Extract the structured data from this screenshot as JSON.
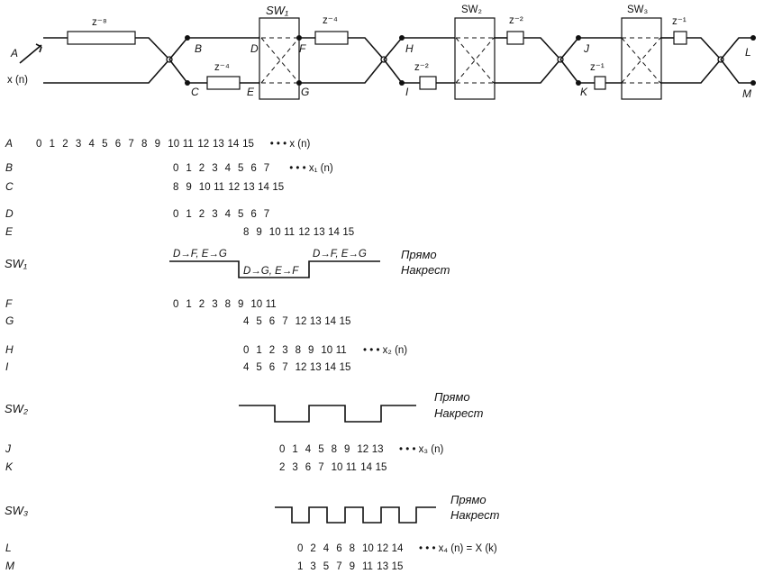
{
  "circuit": {
    "input_label": "A",
    "input_sub": "x (n)",
    "node_labels": [
      "B",
      "C",
      "D",
      "E",
      "F",
      "G",
      "H",
      "I",
      "J",
      "K",
      "L",
      "M"
    ],
    "delays": {
      "z8": "z⁻⁸",
      "z4_top": "z⁻⁴",
      "z4_bottom": "z⁻⁴",
      "z2_top": "z⁻²",
      "z2_bottom": "z⁻²",
      "z1_top": "z⁻¹",
      "z1_bottom": "z⁻¹"
    },
    "switches": [
      "SW₁",
      "SW₂",
      "SW₃"
    ]
  },
  "timing": {
    "rows": [
      {
        "key": "A",
        "label": "A",
        "cells": [
          "0",
          "1",
          "2",
          "3",
          "4",
          "5",
          "6",
          "7",
          "8",
          "9",
          "10",
          "11",
          "12",
          "13",
          "14",
          "15"
        ],
        "suffix": "•  •  •   x (n)"
      },
      {
        "key": "B",
        "label": "B",
        "cells": [
          "0",
          "1",
          "2",
          "3",
          "4",
          "5",
          "6",
          "7"
        ],
        "suffix": "•  •  •   x₁ (n)"
      },
      {
        "key": "C",
        "label": "C",
        "cells": [
          "8",
          "9",
          "10",
          "11",
          "12",
          "13",
          "14",
          "15"
        ],
        "suffix": ""
      },
      {
        "key": "D",
        "label": "D",
        "cells": [
          "0",
          "1",
          "2",
          "3",
          "4",
          "5",
          "6",
          "7"
        ],
        "suffix": ""
      },
      {
        "key": "E",
        "label": "E",
        "cells": [
          "8",
          "9",
          "10",
          "11",
          "12",
          "13",
          "14",
          "15"
        ],
        "suffix": ""
      },
      {
        "key": "F",
        "label": "F",
        "cells": [
          "0",
          "1",
          "2",
          "3",
          "8",
          "9",
          "10",
          "11"
        ],
        "suffix": ""
      },
      {
        "key": "G",
        "label": "G",
        "cells": [
          "4",
          "5",
          "6",
          "7",
          "12",
          "13",
          "14",
          "15"
        ],
        "suffix": ""
      },
      {
        "key": "H",
        "label": "H",
        "cells": [
          "0",
          "1",
          "2",
          "3",
          "8",
          "9",
          "10",
          "11"
        ],
        "suffix": "•  •  •  x₂ (n)"
      },
      {
        "key": "I",
        "label": "I",
        "cells": [
          "4",
          "5",
          "6",
          "7",
          "12",
          "13",
          "14",
          "15"
        ],
        "suffix": ""
      },
      {
        "key": "J",
        "label": "J",
        "cells": [
          "0",
          "1",
          "4",
          "5",
          "8",
          "9",
          "12",
          "13"
        ],
        "suffix": "•  •  •   x₃ (n)"
      },
      {
        "key": "K",
        "label": "K",
        "cells": [
          "2",
          "3",
          "6",
          "7",
          "10",
          "11",
          "14",
          "15"
        ],
        "suffix": ""
      },
      {
        "key": "L",
        "label": "L",
        "cells": [
          "0",
          "2",
          "4",
          "6",
          "8",
          "10",
          "12",
          "14"
        ],
        "suffix": "•  •  •   x₄ (n) = X (k)"
      },
      {
        "key": "M",
        "label": "M",
        "cells": [
          "1",
          "3",
          "5",
          "7",
          "9",
          "11",
          "13",
          "15"
        ],
        "suffix": ""
      }
    ],
    "sw1": {
      "label": "SW₁",
      "state_left": "D→F, E→G",
      "state_mid": "D→G, E→F",
      "state_right": "D→F, E→G"
    },
    "sw2": {
      "label": "SW₂"
    },
    "sw3": {
      "label": "SW₃"
    },
    "legend_straight": "Прямо",
    "legend_cross": "Накрест"
  }
}
